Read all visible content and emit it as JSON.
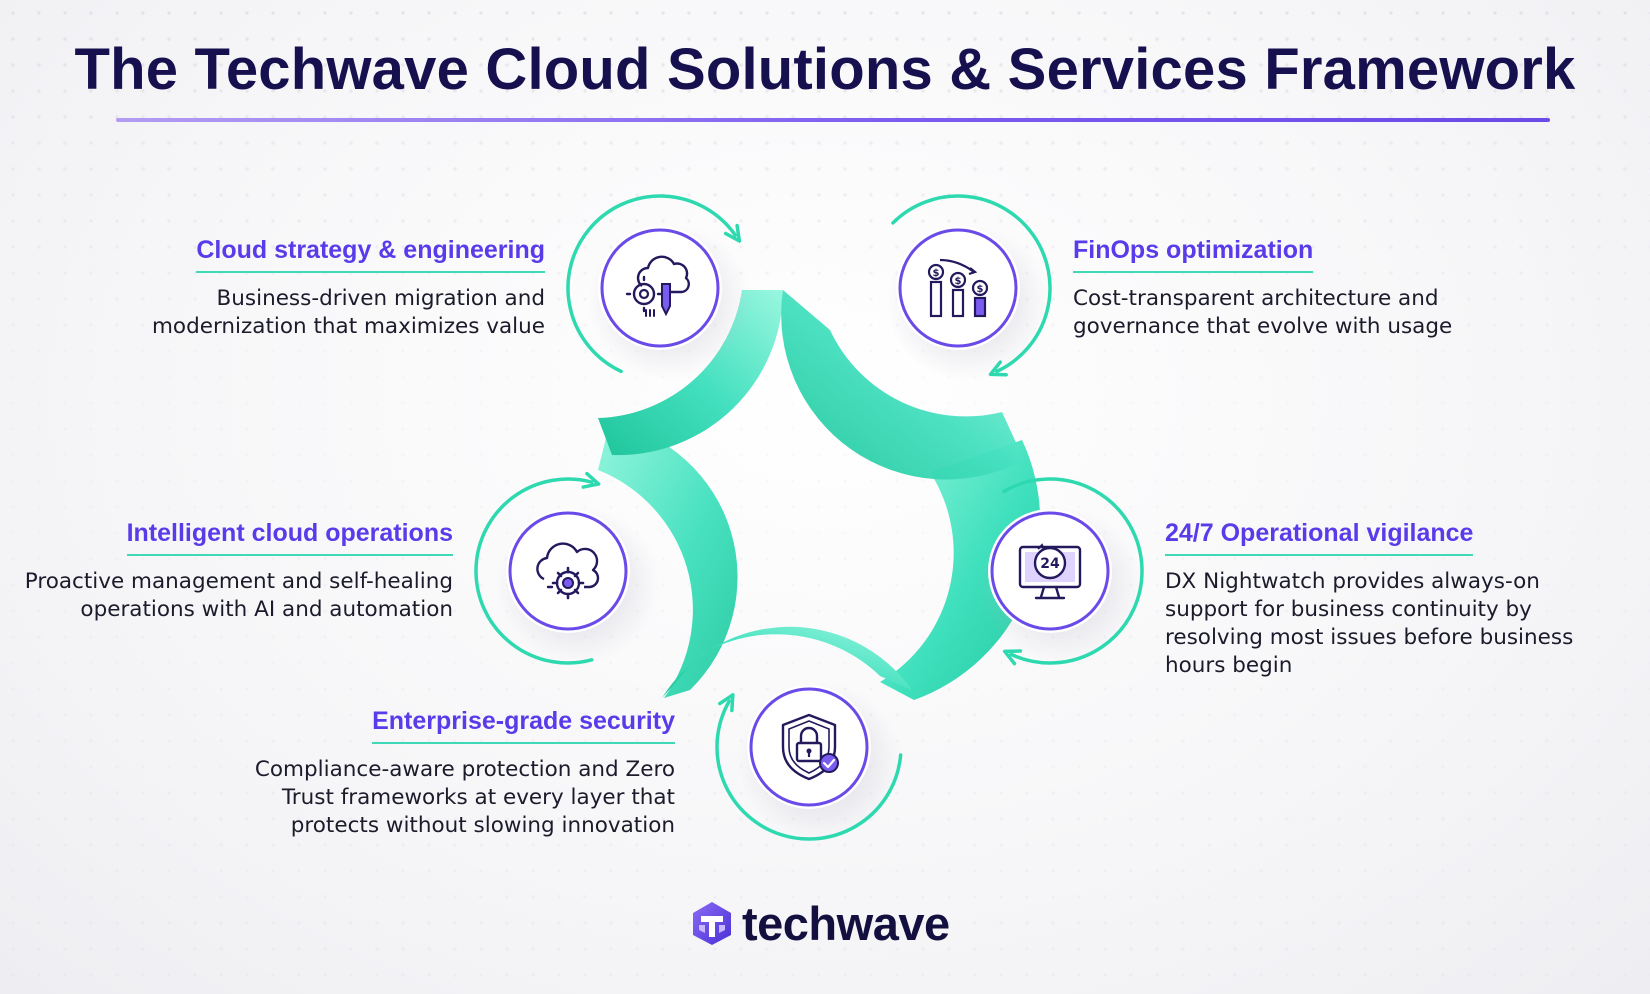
{
  "title": "The Techwave Cloud Solutions & Services Framework",
  "colors": {
    "title": "#16104f",
    "accent_purple": "#5a3bea",
    "accent_teal": "#3fd9b8",
    "ring_teal": "#2ed9b0"
  },
  "items": [
    {
      "heading": "Cloud strategy & engineering",
      "lines": [
        "Business-driven migration and",
        "modernization that maximizes value"
      ],
      "icon": "cloud-gear-pencil-icon"
    },
    {
      "heading": "FinOps optimization",
      "lines": [
        "Cost-transparent architecture and",
        "governance that evolve with usage"
      ],
      "icon": "cost-bar-chart-icon"
    },
    {
      "heading": "Intelligent cloud operations",
      "lines": [
        "Proactive management and self-healing",
        "operations with AI and automation"
      ],
      "icon": "cloud-gear-icon"
    },
    {
      "heading": "24/7 Operational vigilance",
      "lines": [
        "DX Nightwatch provides always-on",
        "support for business continuity by",
        "resolving most issues before business",
        "hours begin"
      ],
      "icon": "monitor-24-icon"
    },
    {
      "heading": "Enterprise-grade security",
      "lines": [
        "Compliance-aware protection and Zero",
        "Trust frameworks at every layer that",
        "protects without slowing innovation"
      ],
      "icon": "shield-lock-icon"
    }
  ],
  "logo": {
    "text": "techwave",
    "icon": "techwave-logo-icon"
  }
}
